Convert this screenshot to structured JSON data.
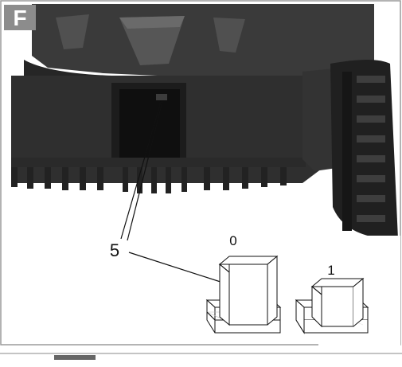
{
  "figure_label": "F",
  "callout_number": "5",
  "switch_positions": [
    {
      "label": "0",
      "state": "off"
    },
    {
      "label": "1",
      "state": "on"
    }
  ],
  "colors": {
    "badge_bg": "#8c8c8c",
    "badge_text": "#ffffff",
    "mower_body": "#2f2f2f",
    "mower_shadow": "#1a1a1a",
    "line": "#111111"
  }
}
